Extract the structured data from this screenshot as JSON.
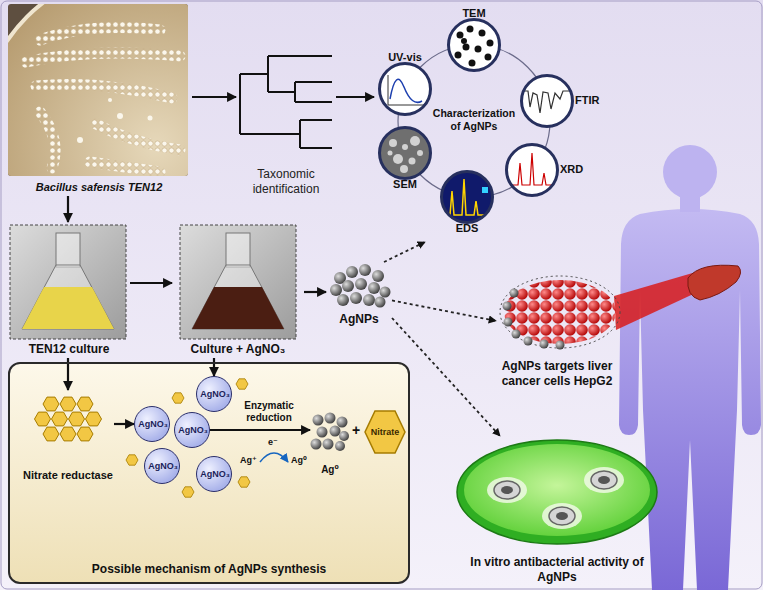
{
  "diagram": {
    "nodes": [
      {
        "text": [
          "Bacillus safensis TEN12"
        ]
      },
      {
        "text": [
          "Taxonomic identification"
        ]
      },
      {
        "text": [
          "Characterization of AgNPs"
        ]
      },
      {
        "text": [
          "TEM"
        ],
        "in": 2
      },
      {
        "text": [
          "UV-vis"
        ],
        "in": 2
      },
      {
        "text": [
          "FTIR"
        ],
        "in": 2
      },
      {
        "text": [
          "SEM"
        ],
        "in": 2
      },
      {
        "text": [
          "XRD"
        ],
        "in": 2
      },
      {
        "text": [
          "EDS"
        ],
        "in": 2
      },
      {
        "text": [
          "TEN12 culture"
        ]
      },
      {
        "text": [
          "Culture + AgNO₃"
        ]
      },
      {
        "text": [
          "AgNPs"
        ]
      },
      {
        "text": [
          "AgNPs targets liver cancer cells HepG2"
        ]
      },
      {
        "text": [
          "In vitro antibacterial activity of AgNPs"
        ]
      },
      {
        "text": [
          "Possible mechanism of AgNPs synthesis"
        ]
      },
      {
        "text": [
          "Nitrate reductase"
        ],
        "in": 14
      },
      {
        "text": [
          "AgNO₃"
        ],
        "in": 14
      },
      {
        "text": [
          "AgNO₃"
        ],
        "in": 14
      },
      {
        "text": [
          "AgNO₃"
        ],
        "in": 14
      },
      {
        "text": [
          "AgNO₃"
        ],
        "in": 14
      },
      {
        "text": [
          "AgNO₃"
        ],
        "in": 14
      },
      {
        "text": [
          "Ag⁰"
        ],
        "in": 14
      },
      {
        "text": [
          "Nitrate"
        ],
        "in": 14
      }
    ],
    "edges": [
      {
        "from": 0,
        "to": 1,
        "arrow": "to"
      },
      {
        "from": 1,
        "to": 2,
        "arrow": "to"
      },
      {
        "from": 0,
        "to": 9,
        "arrow": "to"
      },
      {
        "from": 9,
        "to": 10,
        "arrow": "to"
      },
      {
        "from": 10,
        "to": 11,
        "arrow": "to"
      },
      {
        "from": 11,
        "to": 2,
        "arrow": "to"
      },
      {
        "from": 11,
        "to": 12,
        "arrow": "to"
      },
      {
        "from": 11,
        "to": 13,
        "arrow": "to"
      },
      {
        "from": 9,
        "to": 15,
        "arrow": "to"
      },
      {
        "from": 10,
        "to": 16,
        "arrow": "to"
      },
      {
        "from": 15,
        "to": 17,
        "arrow": "to"
      },
      {
        "from": 18,
        "to": 21,
        "label": "Enzymatic reduction",
        "arrow": "to"
      }
    ],
    "labels": [
      "Ag⁺",
      "e⁻",
      "Ag⁰",
      "+"
    ]
  }
}
